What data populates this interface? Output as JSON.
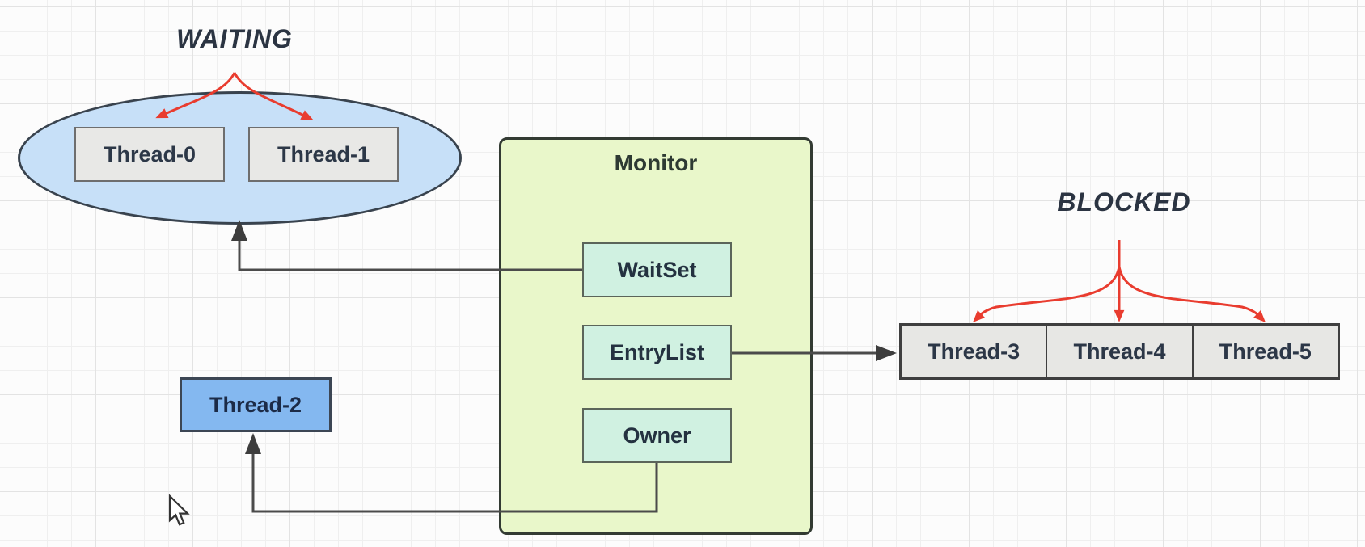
{
  "diagram": {
    "waiting_group": {
      "title": "WAITING",
      "threads": [
        {
          "label": "Thread-0"
        },
        {
          "label": "Thread-1"
        }
      ]
    },
    "monitor": {
      "title": "Monitor",
      "slots": [
        {
          "label": "WaitSet"
        },
        {
          "label": "EntryList"
        },
        {
          "label": "Owner"
        }
      ]
    },
    "owner_thread": {
      "label": "Thread-2"
    },
    "blocked_group": {
      "title": "BLOCKED",
      "threads": [
        {
          "label": "Thread-3"
        },
        {
          "label": "Thread-4"
        },
        {
          "label": "Thread-5"
        }
      ]
    }
  },
  "icons": {
    "cursor": "mouse-pointer-icon"
  },
  "colors": {
    "accent_red": "#e93c2f",
    "connector_dark": "#4b4b4b",
    "ellipse_fill": "#c7e0f8",
    "monitor_fill": "#e9f7ca",
    "slot_fill": "#d0f1e1",
    "gray_thread_fill": "#e8e8e6",
    "owner_thread_fill": "#84b8f0",
    "title_text": "#2b3442"
  }
}
